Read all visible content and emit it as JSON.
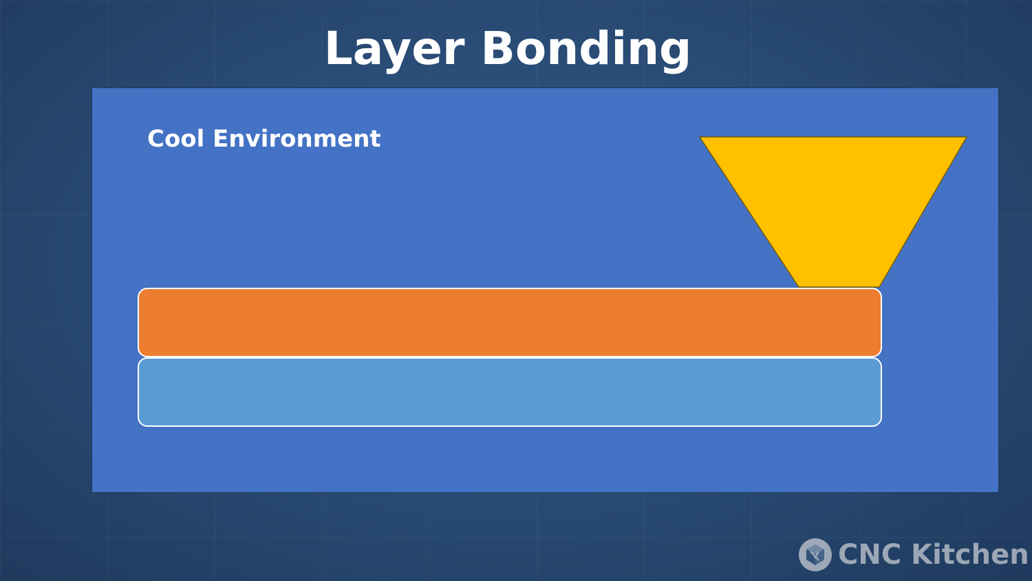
{
  "slide": {
    "title": "Layer Bonding"
  },
  "diagram": {
    "environment_label": "Cool Environment",
    "colors": {
      "panel": "#4472c4",
      "nozzle": "#ffc000",
      "top_layer": "#ed7d31",
      "bottom_layer": "#5b9bd5",
      "layer_outline": "#ffffff"
    }
  },
  "branding": {
    "logo_icon": "cnc-kitchen-cube-icon",
    "logo_text": "CNC Kitchen"
  }
}
